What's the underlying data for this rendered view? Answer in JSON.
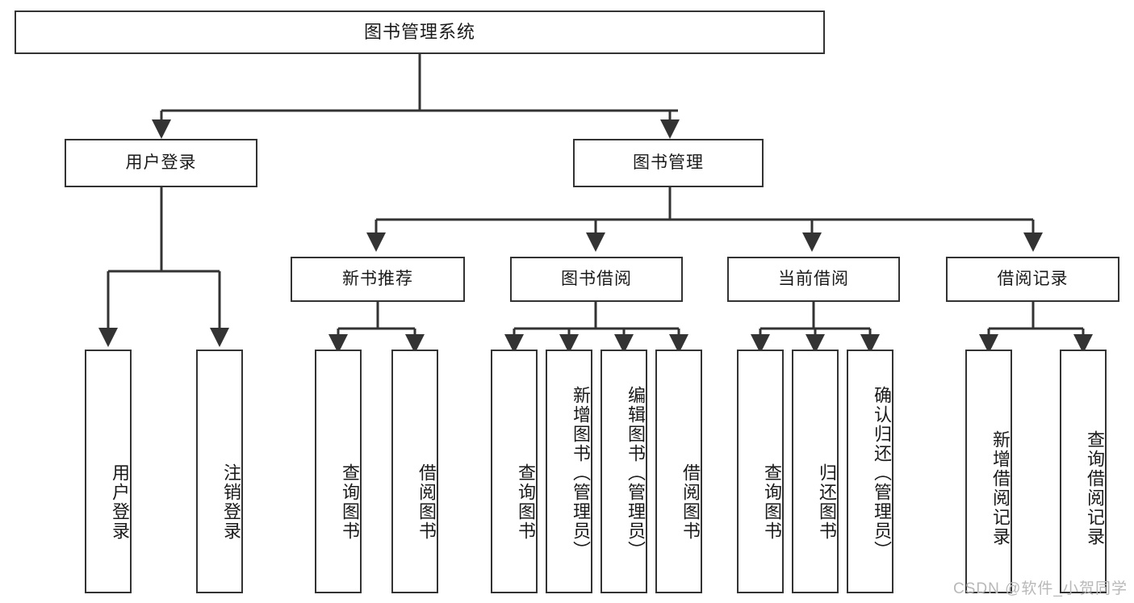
{
  "diagram": {
    "title": "图书管理系统",
    "type": "tree",
    "root": {
      "label": "图书管理系统"
    },
    "level2": [
      {
        "id": "user-login",
        "label": "用户登录"
      },
      {
        "id": "book-manage",
        "label": "图书管理"
      }
    ],
    "level3": [
      {
        "id": "new-book-recommend",
        "label": "新书推荐",
        "parent": "book-manage"
      },
      {
        "id": "book-borrow",
        "label": "图书借阅",
        "parent": "book-manage"
      },
      {
        "id": "current-borrow",
        "label": "当前借阅",
        "parent": "book-manage"
      },
      {
        "id": "borrow-record",
        "label": "借阅记录",
        "parent": "book-manage"
      }
    ],
    "leaves": {
      "user_login": [
        {
          "id": "leaf-user-login",
          "label": "用户登录"
        },
        {
          "id": "leaf-user-logout",
          "label": "注销登录"
        }
      ],
      "new_book_recommend": [
        {
          "id": "leaf-query-book-1",
          "label": "查询图书"
        },
        {
          "id": "leaf-borrow-book-1",
          "label": "借阅图书"
        }
      ],
      "book_borrow": [
        {
          "id": "leaf-query-book-2",
          "label": "查询图书"
        },
        {
          "id": "leaf-add-book",
          "label": "新增图书（管理员）"
        },
        {
          "id": "leaf-edit-book",
          "label": "编辑图书（管理员）"
        },
        {
          "id": "leaf-borrow-book-2",
          "label": "借阅图书"
        }
      ],
      "current_borrow": [
        {
          "id": "leaf-query-book-3",
          "label": "查询图书"
        },
        {
          "id": "leaf-return-book",
          "label": "归还图书"
        },
        {
          "id": "leaf-confirm-return",
          "label": "确认归还（管理员）"
        }
      ],
      "borrow_record": [
        {
          "id": "leaf-add-record",
          "label": "新增借阅记录"
        },
        {
          "id": "leaf-query-record",
          "label": "查询借阅记录"
        }
      ]
    },
    "colors": {
      "stroke": "#333333",
      "fill": "#ffffff",
      "text": "#1a1a1a",
      "watermark": "#b8b8b8"
    }
  },
  "watermark": {
    "text": "CSDN @软件_小贺同学"
  }
}
